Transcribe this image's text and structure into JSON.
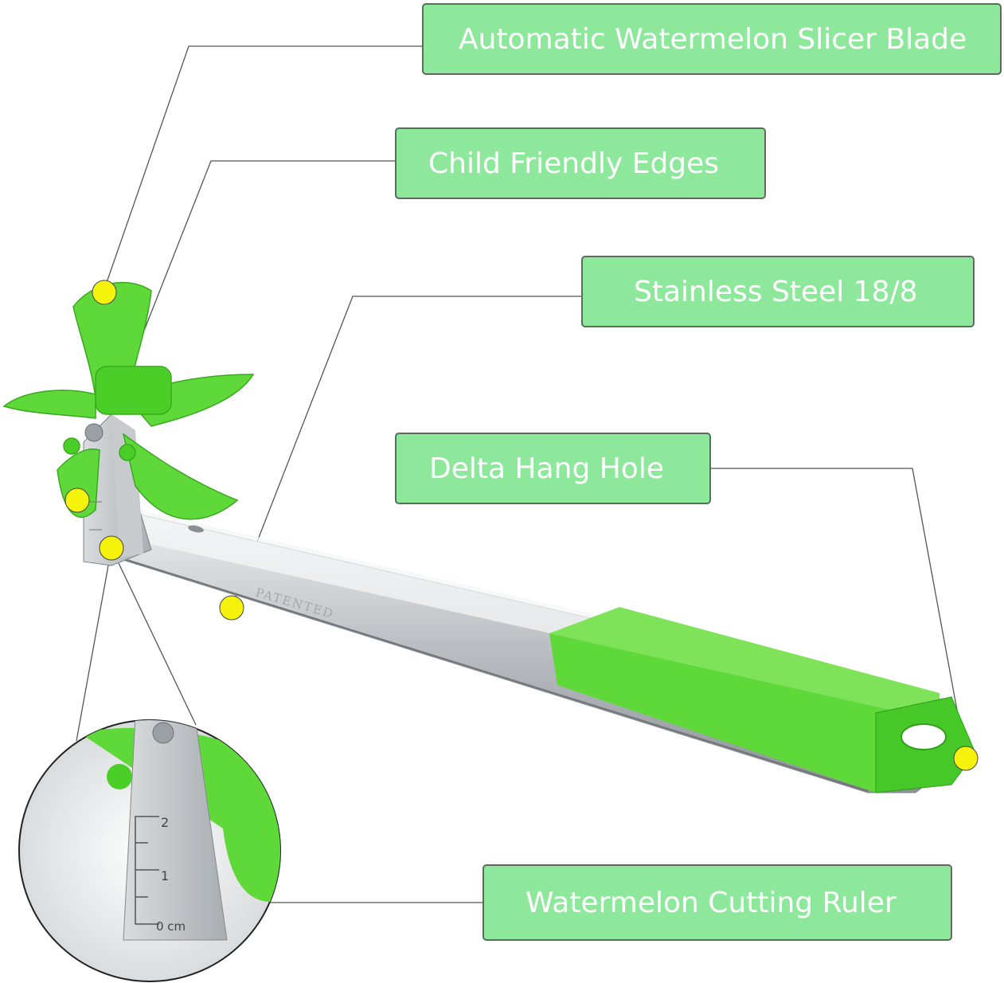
{
  "callouts": [
    {
      "label": "Automatic Watermelon Slicer Blade"
    },
    {
      "label": "Child Friendly Edges"
    },
    {
      "label": "Stainless Steel 18/8"
    },
    {
      "label": "Delta Hang Hole"
    },
    {
      "label": "Watermelon Cutting Ruler"
    }
  ],
  "product": {
    "engraving": "PATENTED",
    "ruler_ticks": [
      "2",
      "1",
      "0 cm"
    ]
  },
  "colors": {
    "label_fill": "#8ee89c",
    "plastic_green": "#4fd12e",
    "marker_yellow": "#f5f20c",
    "steel": "#c9cccf"
  }
}
